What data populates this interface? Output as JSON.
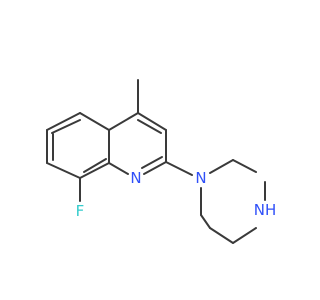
{
  "molecule": {
    "atoms": {
      "fluorine": {
        "symbol": "F",
        "color": "#33cccc"
      },
      "quinoline_n": {
        "symbol": "N",
        "color": "#3050f8"
      },
      "piperazine_n1": {
        "symbol": "N",
        "color": "#3050f8"
      },
      "piperazine_nh": {
        "symbol": "NH",
        "color": "#3050f8"
      }
    },
    "bond_color": "#3a3a3a"
  }
}
